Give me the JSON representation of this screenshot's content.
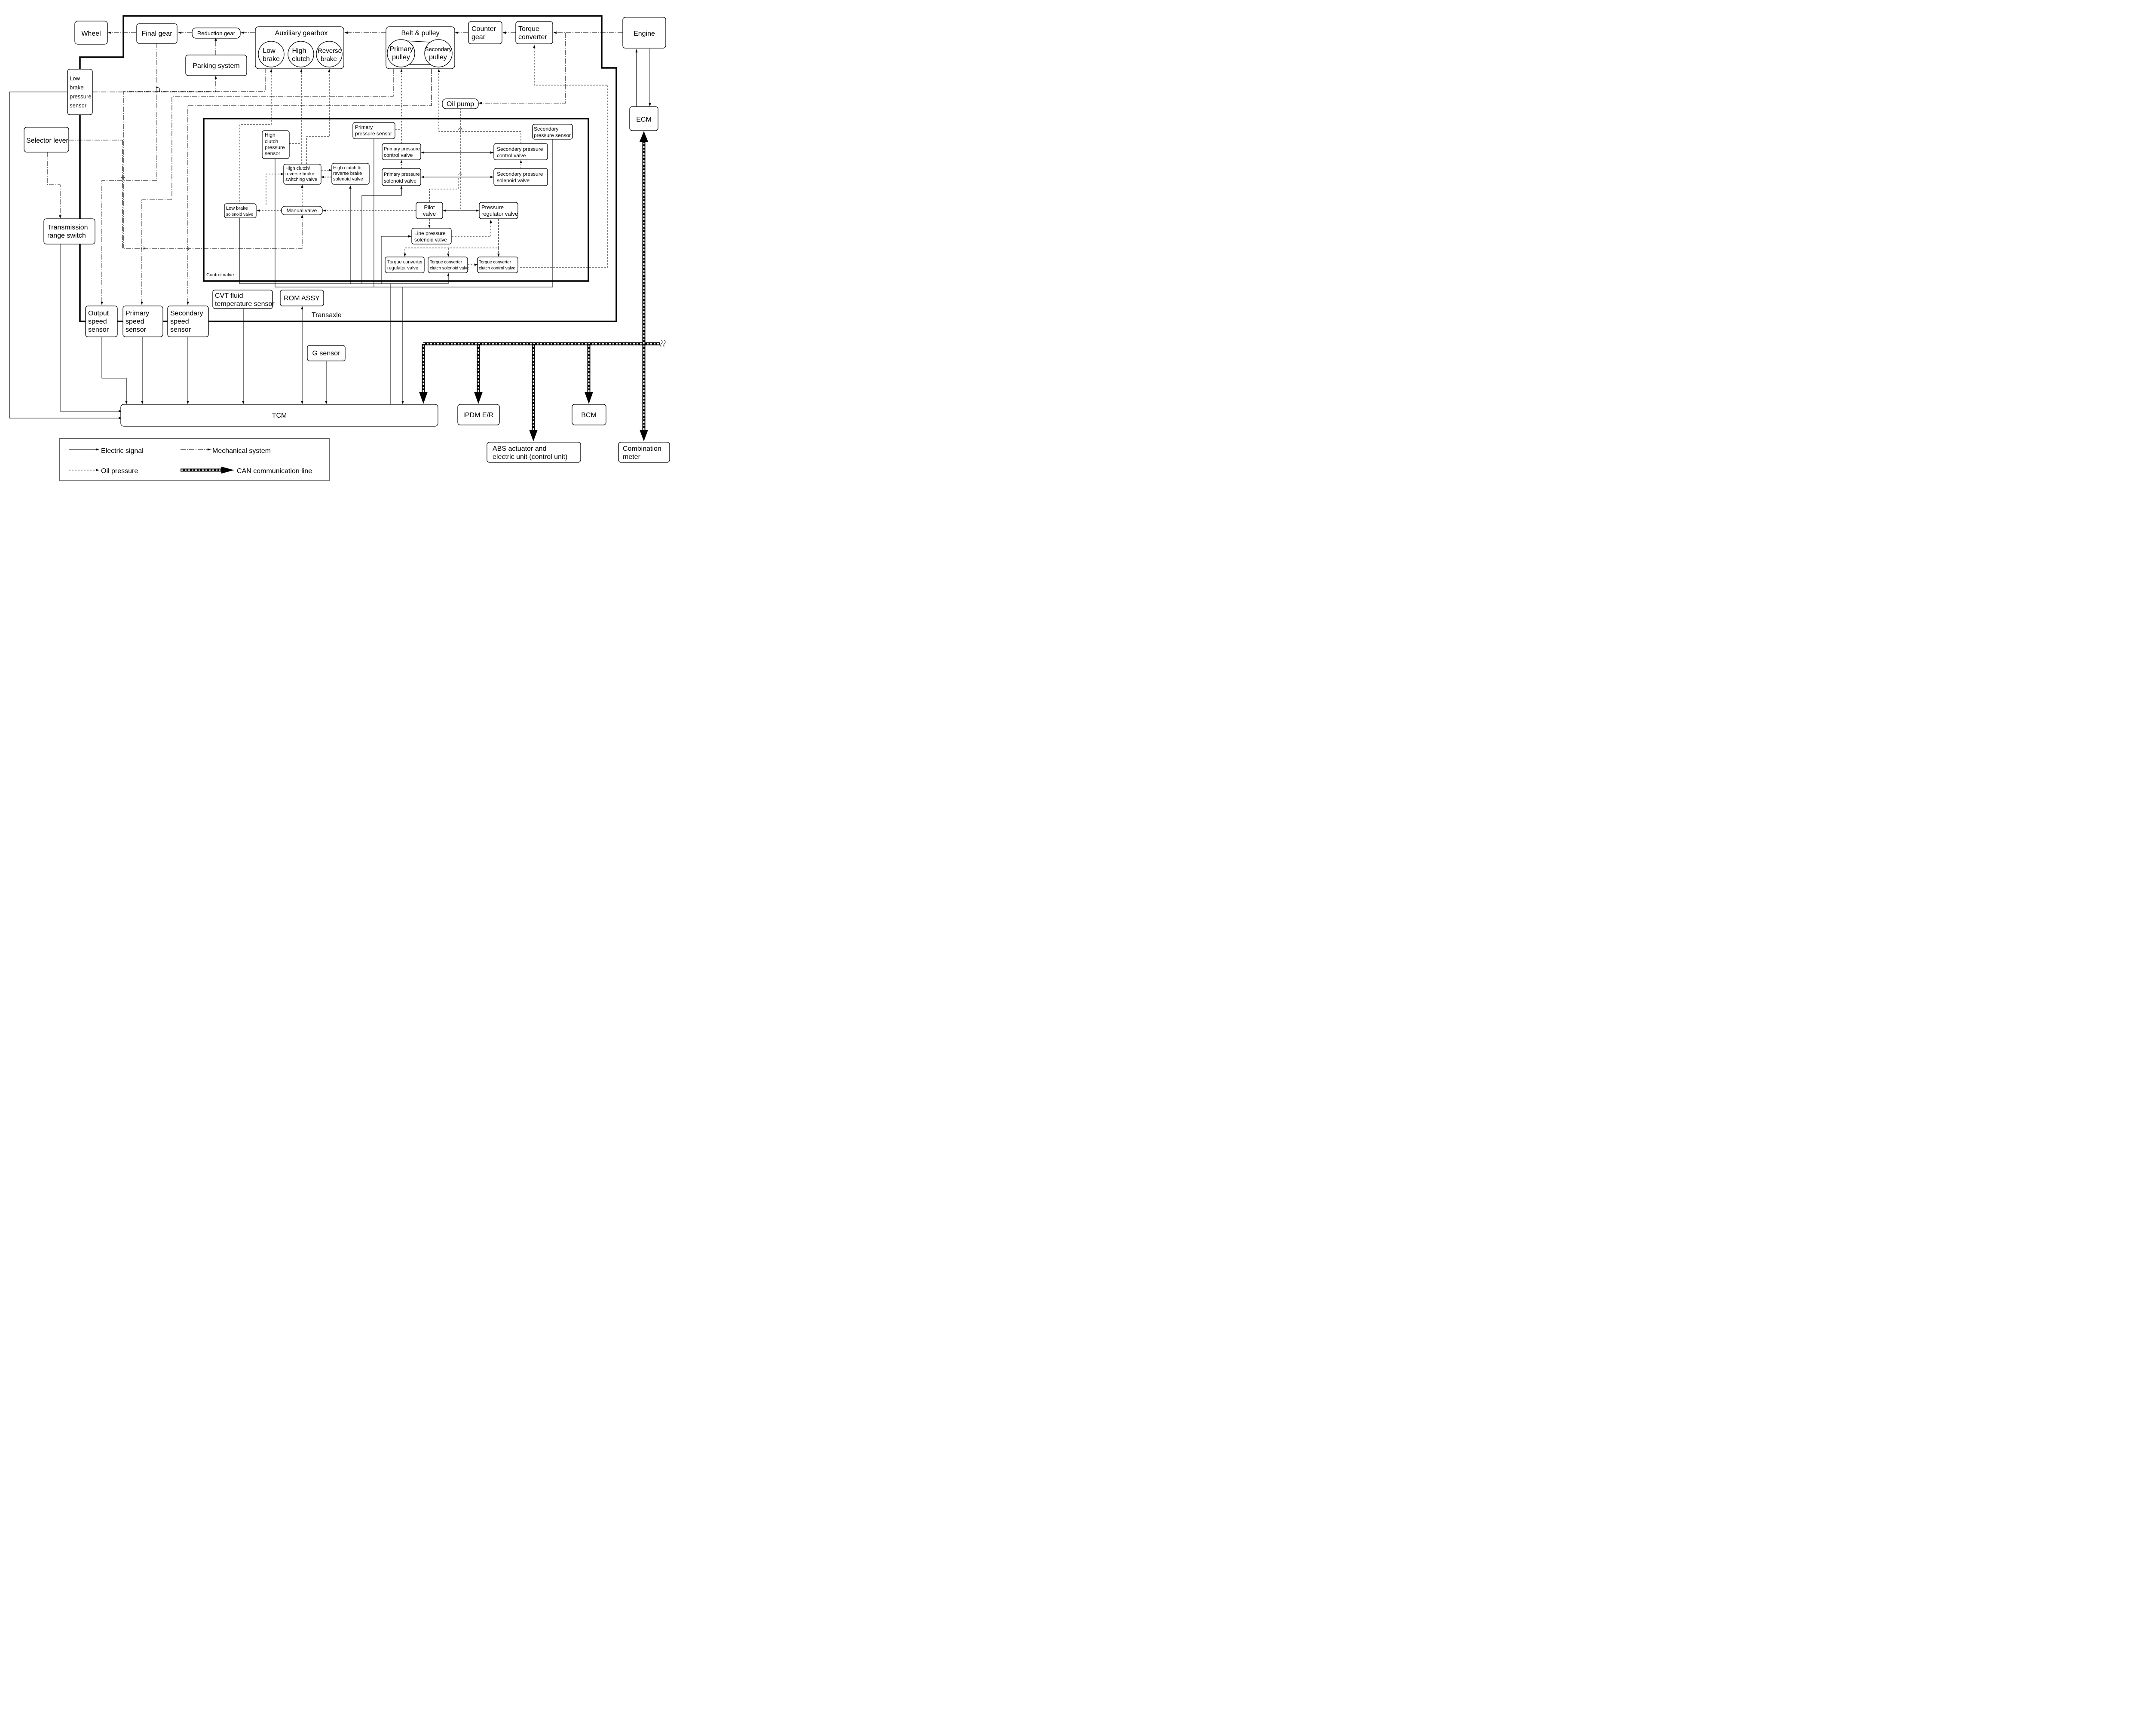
{
  "transmission": {
    "wheel": "Wheel",
    "final_gear": "Final gear",
    "reduction_gear": "Reduction gear",
    "parking_system": "Parking system",
    "auxiliary_gearbox": "Auxiliary gearbox",
    "low_brake": [
      "Low",
      "brake"
    ],
    "high_clutch": [
      "High",
      "clutch"
    ],
    "reverse_brake": [
      "Reverse",
      "brake"
    ],
    "belt_pulley": "Belt & pulley",
    "primary_pulley": [
      "Primary",
      "pulley"
    ],
    "secondary_pulley": [
      "Secondary",
      "pulley"
    ],
    "counter_gear": [
      "Counter",
      "gear"
    ],
    "torque_converter": [
      "Torque",
      "converter"
    ],
    "engine": "Engine",
    "oil_pump": "Oil pump",
    "transaxle_label": "Transaxle"
  },
  "sensors": {
    "low_brake_pressure_sensor": [
      "Low",
      "brake",
      "pressure",
      "sensor"
    ],
    "selector_lever": "Selector lever",
    "transmission_range_switch": [
      "Transmission",
      "range switch"
    ],
    "output_speed_sensor": [
      "Output",
      "speed",
      "sensor"
    ],
    "primary_speed_sensor": [
      "Primary",
      "speed",
      "sensor"
    ],
    "secondary_speed_sensor": [
      "Secondary",
      "speed",
      "sensor"
    ],
    "cvt_fluid_temperature_sensor": [
      "CVT fluid",
      "temperature sensor"
    ],
    "rom_assy": "ROM ASSY",
    "g_sensor": "G sensor",
    "high_clutch_pressure_sensor": [
      "High",
      "clutch",
      "pressure",
      "sensor"
    ],
    "primary_pressure_sensor": [
      "Primary",
      "pressure sensor"
    ],
    "secondary_pressure_sensor": [
      "Secondary",
      "pressure sensor"
    ]
  },
  "control_valve": {
    "label": "Control valve",
    "high_clutch_reverse_brake_switching_valve": [
      "High clutch/",
      "reverse brake",
      "switching valve"
    ],
    "high_clutch_reverse_brake_solenoid_valve": [
      "High clutch &",
      "reverse brake",
      "solenoid valve"
    ],
    "low_brake_solenoid_valve": [
      "Low brake",
      "solenoid valve"
    ],
    "manual_valve": "Manual valve",
    "primary_pressure_control_valve": [
      "Primary pressure",
      "control valve"
    ],
    "primary_pressure_solenoid_valve": [
      "Primary pressure",
      "solenoid valve"
    ],
    "secondary_pressure_control_valve": [
      "Secondary pressure",
      "control valve"
    ],
    "secondary_pressure_solenoid_valve": [
      "Secondary pressure",
      "solenoid valve"
    ],
    "pilot_valve": [
      "Pilot",
      "valve"
    ],
    "pressure_regulator_valve": [
      "Pressure",
      "regulator valve"
    ],
    "line_pressure_solenoid_valve": [
      "Line pressure",
      "solenoid valve"
    ],
    "torque_converter_regulator_valve": [
      "Torque converter",
      "regulator valve"
    ],
    "torque_converter_clutch_solenoid_valve": [
      "Torque converter",
      "clutch solenoid valve"
    ],
    "torque_converter_clutch_control_valve": [
      "Torque converter",
      "clutch control valve"
    ]
  },
  "modules": {
    "tcm": "TCM",
    "ecm": "ECM",
    "ipdm": "IPDM E/R",
    "bcm": "BCM",
    "abs": [
      "ABS actuator and",
      "electric unit (control unit)"
    ],
    "combination_meter": [
      "Combination",
      "meter"
    ]
  },
  "legend": {
    "electric_signal": "Electric signal",
    "mechanical_system": "Mechanical system",
    "oil_pressure": "Oil pressure",
    "can_line": "CAN communication line"
  }
}
